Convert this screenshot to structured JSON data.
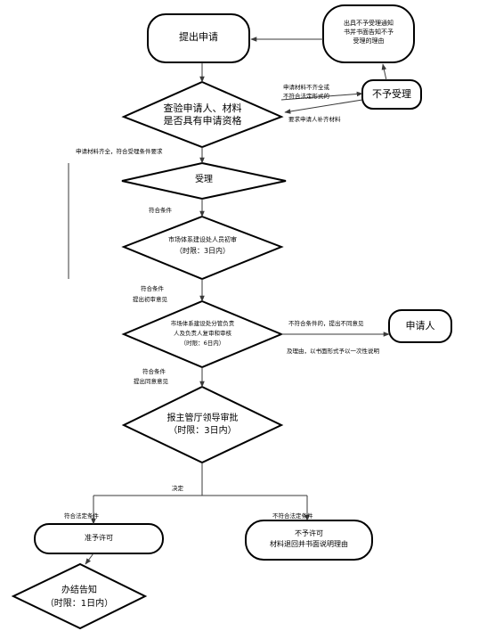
{
  "nodes": {
    "submit": "提出申请",
    "review": [
      "查验申请人、材料",
      "是否具有申请资格"
    ],
    "accept": "受理",
    "initial_review": [
      "市场体系建设处人员初审",
      "（时限：3日内）"
    ],
    "second_review": [
      "市场体系建设处分管负责",
      "人及负责人复审和审核",
      "（时限：6日内）"
    ],
    "approval": [
      "报主管厅领导审批",
      "（时限：3日内）"
    ],
    "grant": "准予许可",
    "deny": [
      "不予许可",
      "材料退回并书面说明理由"
    ],
    "notify": [
      "办结告知",
      "（时限：1日内）"
    ],
    "not_accept": "不予受理",
    "not_accept_notice": [
      "出具不予受理通知",
      "书并书面告知不予",
      "受理的理由"
    ],
    "applicant": "申请人"
  },
  "labels": {
    "incomplete": [
      "申请材料不齐全或",
      "不符合法定形式的"
    ],
    "require_supplement": "要求申请人补齐材料",
    "complete": "申请材料齐全，符合受理条件要求",
    "meets_1": "符合条件",
    "meets_2": "符合条件",
    "propose_initial": "提出初审意见",
    "not_meet": "不符合条件的，提出不同意见",
    "reason": "及理由，以书面形式予以一次性说明",
    "meets_3": "符合条件",
    "propose_agree": "提出同意意见",
    "decide": "决定",
    "legal_ok": "符合法定条件",
    "legal_not_ok": "不符合法定条件"
  }
}
